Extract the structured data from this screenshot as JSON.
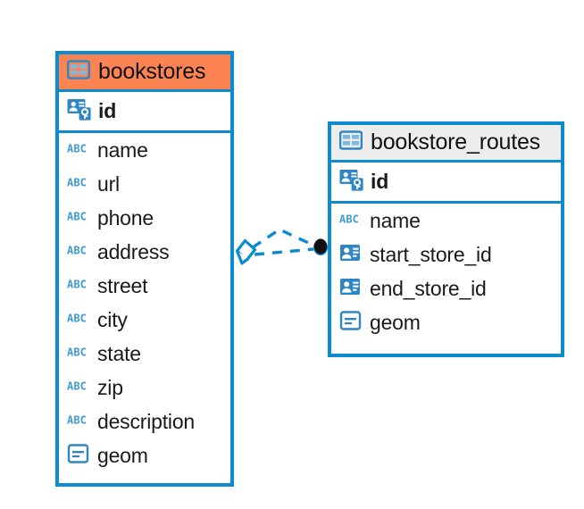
{
  "diagram": {
    "type": "entity-relationship-diagram",
    "background_color": "#ffffff",
    "accent_color": "#0d8bd1",
    "highlight_header_color": "#fc8452",
    "normal_header_color": "#ededed"
  },
  "tables": [
    {
      "name": "bookstores",
      "header_style": "orange",
      "table_icon": "table-icon",
      "primary_key": {
        "label": "id",
        "icon": "primary-key-icon"
      },
      "fields": [
        {
          "label": "name",
          "icon": "text-type-icon"
        },
        {
          "label": "url",
          "icon": "text-type-icon"
        },
        {
          "label": "phone",
          "icon": "text-type-icon"
        },
        {
          "label": "address",
          "icon": "text-type-icon"
        },
        {
          "label": "street",
          "icon": "text-type-icon"
        },
        {
          "label": "city",
          "icon": "text-type-icon"
        },
        {
          "label": "state",
          "icon": "text-type-icon"
        },
        {
          "label": "zip",
          "icon": "text-type-icon"
        },
        {
          "label": "description",
          "icon": "text-type-icon"
        },
        {
          "label": "geom",
          "icon": "geometry-type-icon"
        }
      ]
    },
    {
      "name": "bookstore_routes",
      "header_style": "grey",
      "table_icon": "table-icon",
      "primary_key": {
        "label": "id",
        "icon": "primary-key-icon"
      },
      "fields": [
        {
          "label": "name",
          "icon": "text-type-icon"
        },
        {
          "label": "start_store_id",
          "icon": "foreign-key-icon"
        },
        {
          "label": "end_store_id",
          "icon": "foreign-key-icon"
        },
        {
          "label": "geom",
          "icon": "geometry-type-icon"
        }
      ]
    }
  ],
  "relationship": {
    "from_table": "bookstores",
    "to_table": "bookstore_routes",
    "line_style": "dashed",
    "line_color": "#0d8bd1",
    "source_marker": "rhombus-marker",
    "target_marker": "filled-circle-marker",
    "target_marker_color": "#111111"
  }
}
